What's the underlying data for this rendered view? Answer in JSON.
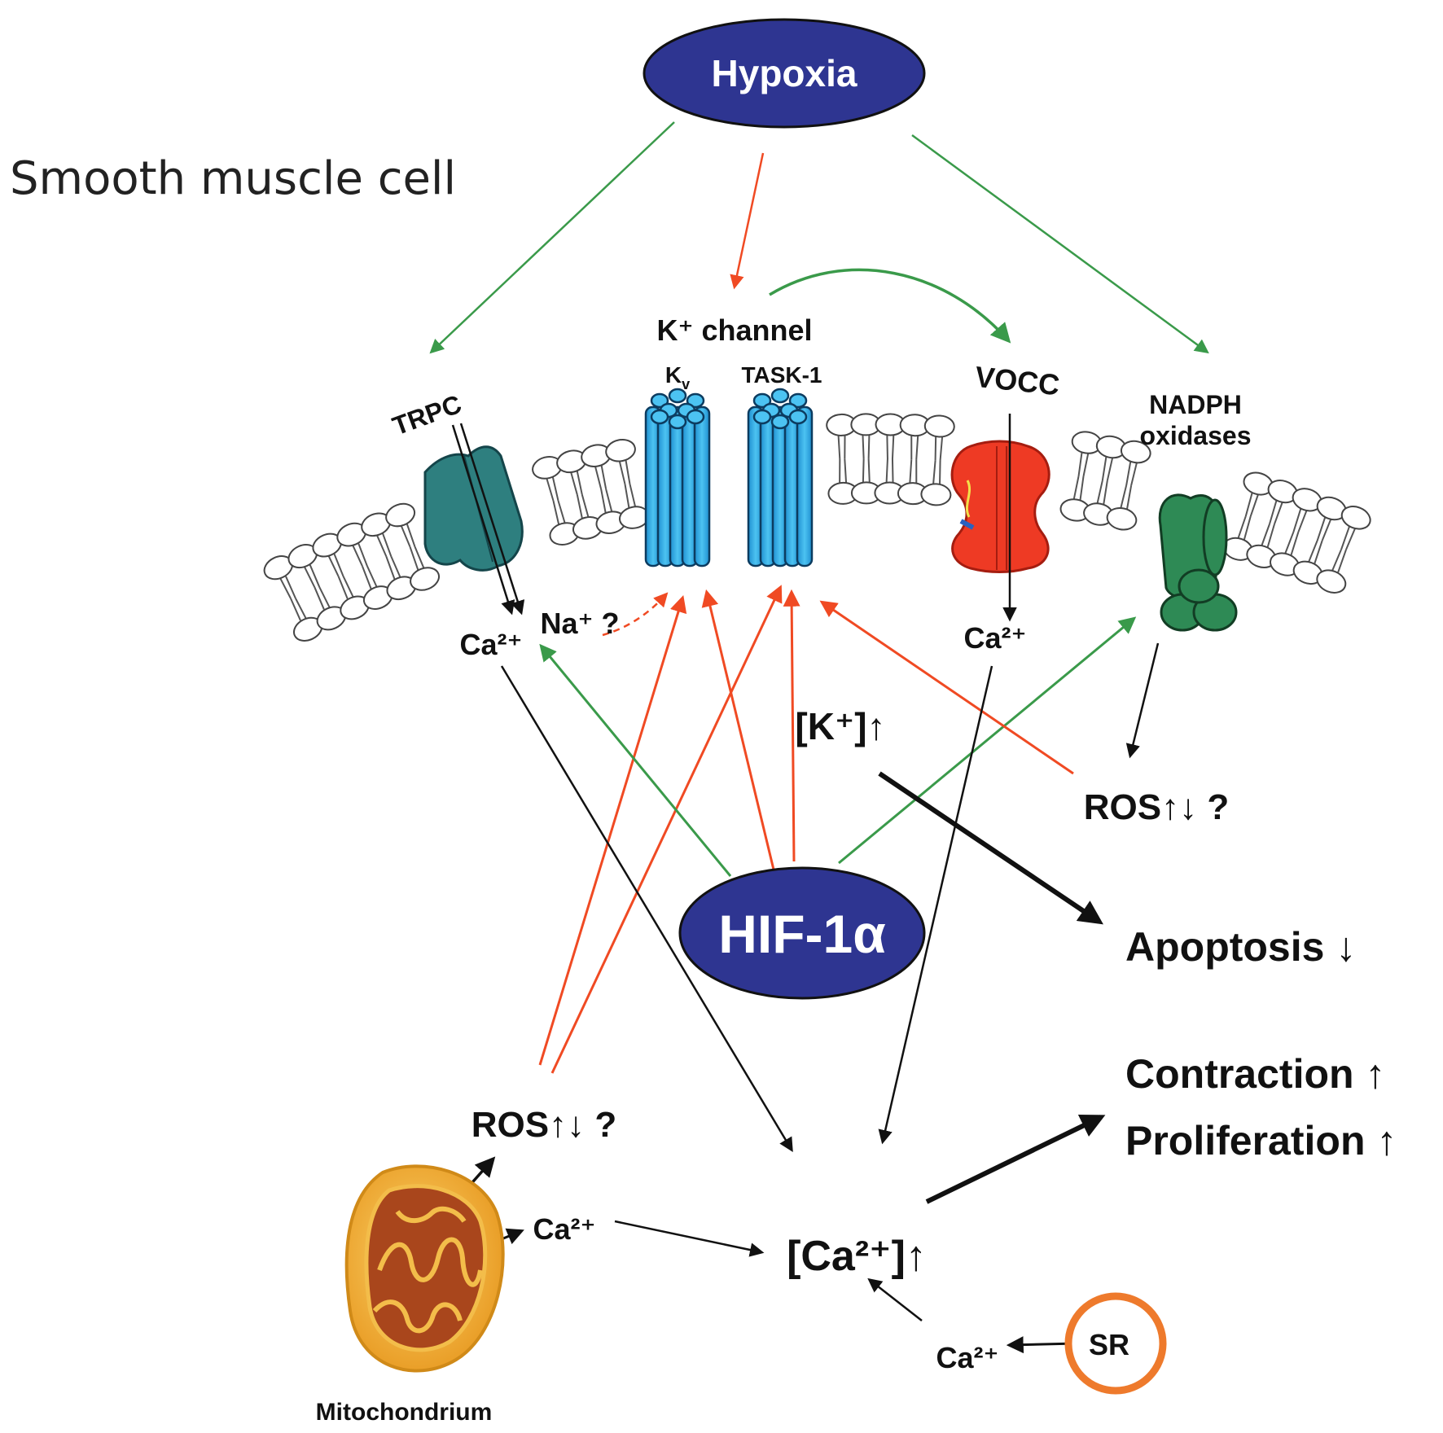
{
  "title": "Smooth muscle cell",
  "nodes": {
    "hypoxia": "Hypoxia",
    "hif": "HIF-1α"
  },
  "membrane": {
    "trpc": "TRPC",
    "k_channel": "K⁺ channel",
    "kv": "K",
    "kv_sub": "v",
    "task1": "TASK-1",
    "vocc": "VOCC",
    "nadph_1": "NADPH",
    "nadph_2": "oxidases"
  },
  "ions": {
    "ca_trpc": "Ca²⁺",
    "na": "Na⁺ ?",
    "ca_vocc": "Ca²⁺",
    "k_conc": "[K⁺]↑",
    "ros_right": "ROS↑↓ ?",
    "ros_left": "ROS↑↓ ?",
    "ca_mito": "Ca²⁺",
    "ca_conc": "[Ca²⁺]↑",
    "ca_sr": "Ca²⁺"
  },
  "outcomes": {
    "apoptosis": "Apoptosis ↓",
    "contraction": "Contraction ↑",
    "proliferation": "Proliferation ↑"
  },
  "organelles": {
    "mitochondrium": "Mitochondrium",
    "sr": "SR"
  },
  "colors": {
    "node_fill": "#2e3591",
    "activation_arrow": "#3a9a4a",
    "inhibition_arrow": "#f04a23",
    "trpc_color": "#2e7f7f",
    "k_channel_color": "#29a8e0",
    "vocc_color": "#ee3a24",
    "nadph_color": "#2e8a55",
    "sr_ring": "#ee7a2c",
    "mito_outer": "#f6b33b"
  }
}
